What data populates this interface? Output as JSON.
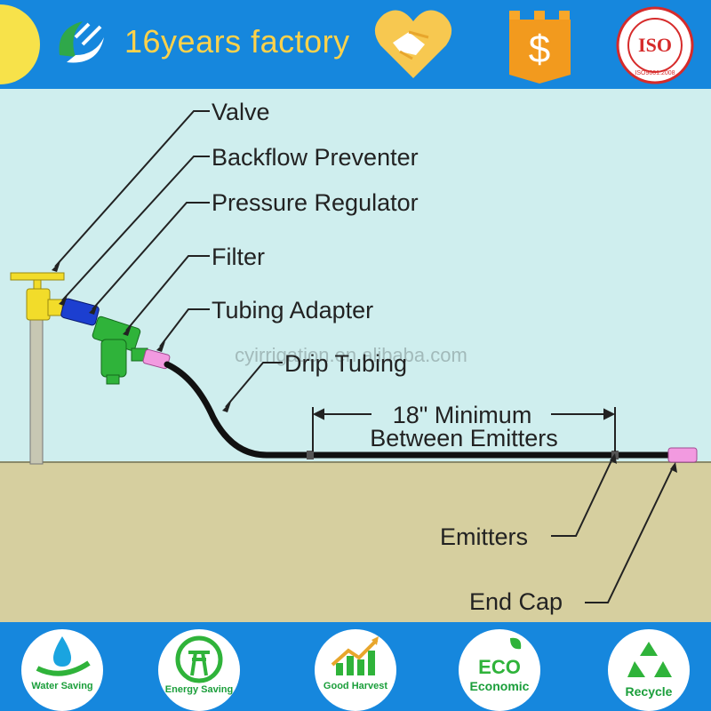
{
  "banner": {
    "title": "16years factory",
    "iso_text": "ISO",
    "iso_cert": "ISO9001:2008",
    "dollar_symbol": "$"
  },
  "diagram": {
    "labels": {
      "valve": "Valve",
      "backflow": "Backflow Preventer",
      "pressure": "Pressure Regulator",
      "filter": "Filter",
      "adapter": "Tubing Adapter",
      "drip": "Drip Tubing",
      "minimum_line1": "18\" Minimum",
      "minimum_line2": "Between Emitters",
      "emitters": "Emitters",
      "endcap": "End Cap"
    },
    "watermark": "cyirrigation.en.alibaba.com",
    "colors": {
      "sky": "#cfeeee",
      "ground": "#d6cf9f",
      "valve": "#f2dc2a",
      "backflow": "#1c3fd0",
      "filter": "#2fb33a",
      "adapter": "#f29ae0",
      "tubing": "#111111"
    }
  },
  "footer": {
    "badges": [
      {
        "label": "Water Saving",
        "icon": "water-drop-icon"
      },
      {
        "label": "Energy Saving",
        "icon": "energy-pylon-icon"
      },
      {
        "label": "Good Harvest",
        "icon": "growth-chart-icon"
      },
      {
        "label": "Economic",
        "eco_text": "ECO",
        "icon": "eco-leaf-icon"
      },
      {
        "label": "Recycle",
        "icon": "recycle-icon"
      }
    ]
  }
}
